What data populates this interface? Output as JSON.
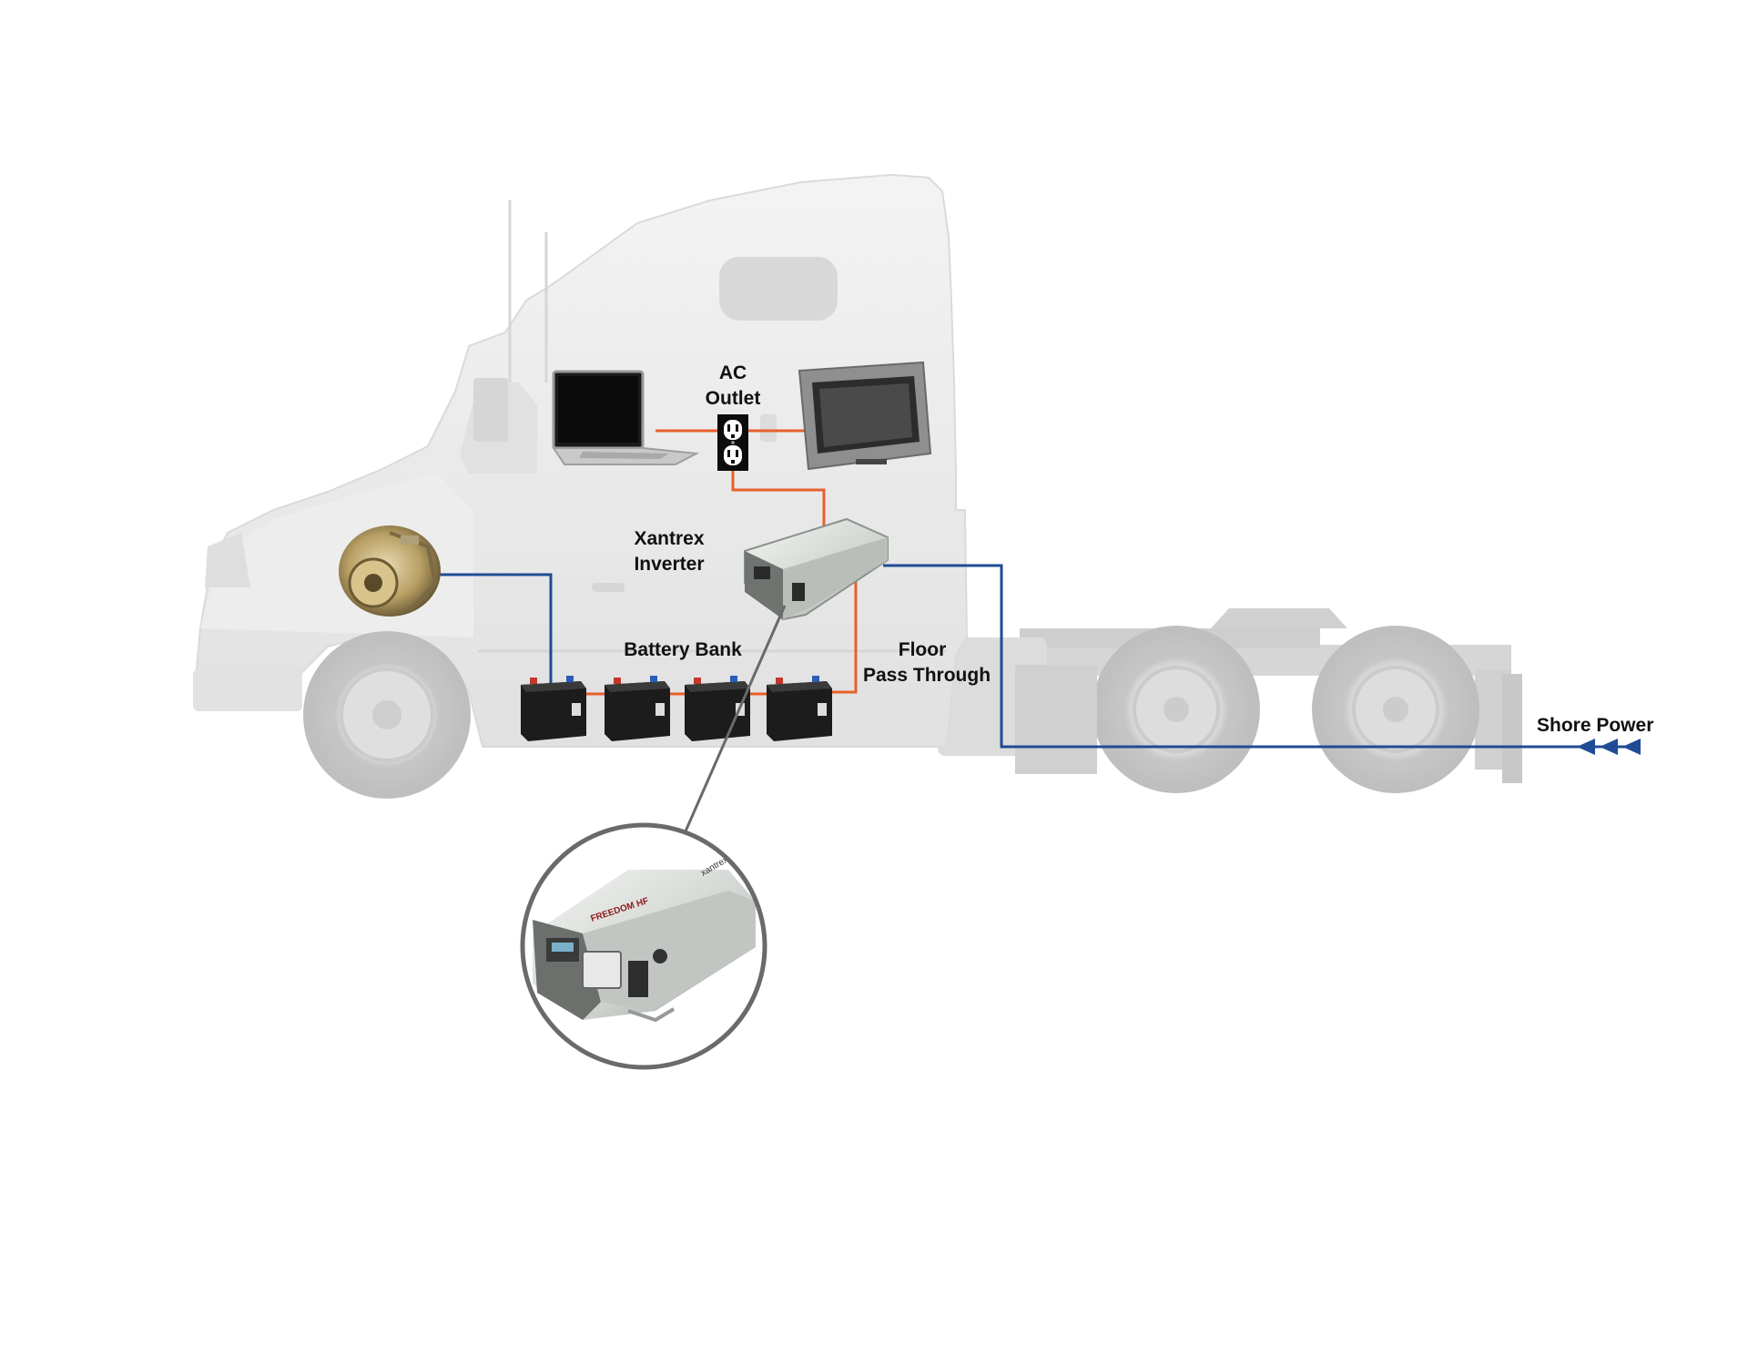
{
  "labels": {
    "ac_outlet": [
      "AC",
      "Outlet"
    ],
    "inverter": [
      "Xantrex",
      "Inverter"
    ],
    "battery_bank": "Battery Bank",
    "floor_pass_through": [
      "Floor",
      "Pass Through"
    ],
    "shore_power": "Shore Power"
  },
  "product_marks": {
    "inverter_brand": "xantrex",
    "inverter_model": "FREEDOM HF"
  },
  "colors": {
    "ac_wire": "#e8602a",
    "dc_wire": "#e8602a",
    "charge_wire": "#1f4c94",
    "shore_wire": "#1f4c94",
    "truck_body": "#e4e4e4",
    "truck_shade": "#d2d2d2",
    "zoom_ring": "#6a6a6a"
  },
  "icons": [
    "laptop-icon",
    "tv-icon",
    "ac-outlet-icon",
    "inverter-icon",
    "alternator-icon",
    "battery-icon",
    "shore-power-arrow-icon"
  ]
}
